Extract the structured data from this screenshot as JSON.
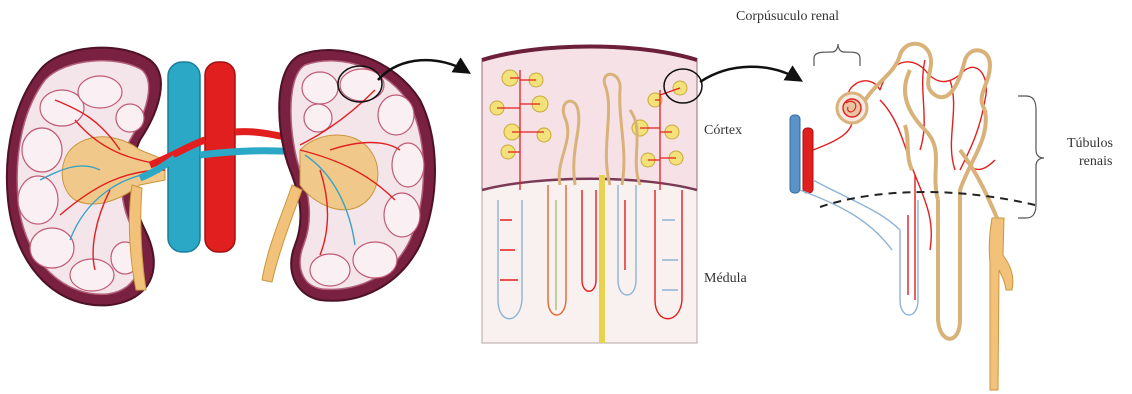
{
  "labels": {
    "corpuscle": "Corpúsuculo renal",
    "cortex": "Córtex",
    "medulla": "Médula",
    "tubules_line1": "Túbulos",
    "tubules_line2": "renais"
  },
  "colors": {
    "artery": "#e21f1f",
    "vein": "#3aa3c4",
    "vein_light": "#8fb3d4",
    "ureter": "#f2c27b",
    "tubule": "#d9b27a",
    "capsule": "#6b1f3a",
    "lobe_fill": "#f7ecef",
    "lobe_edge": "#c48a9a",
    "cortex_bg": "#f6e2e6",
    "medulla_bg": "#f8f1ef",
    "glomerulus": "#f2e27a"
  }
}
